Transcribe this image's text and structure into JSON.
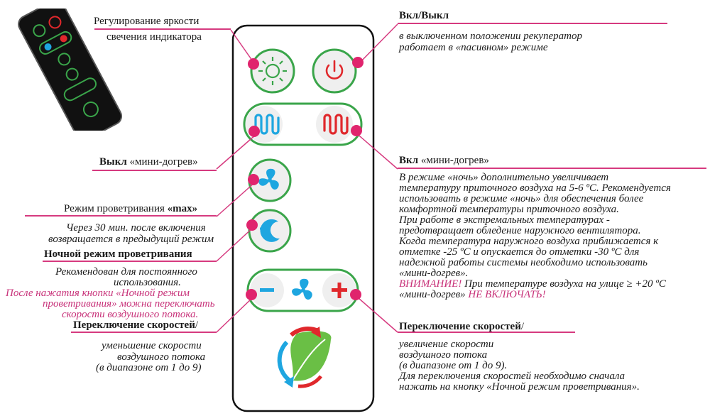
{
  "brightness": {
    "line1": "Регулирование яркости",
    "line2": "свечения индикатора"
  },
  "power": {
    "title": "Вкл/Выкл",
    "desc": [
      "в выключенном положении рекуператор",
      "работает в «пасивном» режиме"
    ]
  },
  "mini_off": {
    "bold": "Выкл",
    "rest": " «мини-догрев»"
  },
  "mini_on": {
    "bold": "Вкл",
    "rest": " «мини-догрев»",
    "desc": [
      "В режиме «ночь» дополнительно увеличивает",
      "температуру приточного воздуха на 5-6 ºС. Рекомендуется",
      "использовать в режиме «ночь» для обеспечения более",
      "комфортной температуры приточного воздуха.",
      "При работе в экстремальных температурах -",
      "предотвращает обледение наружного вентилятора.",
      "Когда температура наружного воздуха приближается к",
      "отметке -25 ºС и опускается до отметки -30 ºС для",
      "надежной работы системы необходимо использовать",
      "«мини-догрев»."
    ],
    "warn_label": "ВНИМАНИЕ!",
    "warn_text1": " При температуре воздуха на улице ≥ +20 ºС",
    "warn_text2": "«мини-догрев»",
    "warn_end": " НЕ ВКЛЮЧАТЬ!"
  },
  "max_mode": {
    "label": "Режим проветривания ",
    "bold": "«max»",
    "desc": [
      "Через 30 мин. после включения",
      "возвращается в предыдущий режим"
    ]
  },
  "night_mode": {
    "title": "Ночной режим проветривания",
    "desc": [
      "Рекомендован для постоянного",
      "использования."
    ],
    "warn": [
      "После нажатия кнопки «Ночной режим",
      "проветривания» можна переключать",
      "скорости воздушного потока."
    ]
  },
  "speed_down": {
    "title": "Переключение скоростей",
    "slash": "/",
    "desc": [
      "уменьшение скорости",
      "воздушного потока",
      "(в диапазоне от 1 до 9)"
    ]
  },
  "speed_up": {
    "title": "Переключение скоростей",
    "slash": "/",
    "desc": [
      "увеличение скорости",
      "воздушного потока",
      "(в диапазоне от 1 до 9).",
      "Для переключения скоростей необходимо сначала",
      "нажать на кнопку «Ночной режим проветривания»."
    ]
  },
  "colors": {
    "accent": "#e0246d",
    "warning": "#c8337a",
    "green": "#3aa54a",
    "blue": "#1ea6e0",
    "red": "#e0282c"
  },
  "icons": [
    "sun-icon",
    "power-icon",
    "heater-blue-icon",
    "heater-red-icon",
    "fan-icon",
    "night-fan-icon",
    "minus-icon",
    "plus-icon",
    "recycle-leaf-icon"
  ]
}
